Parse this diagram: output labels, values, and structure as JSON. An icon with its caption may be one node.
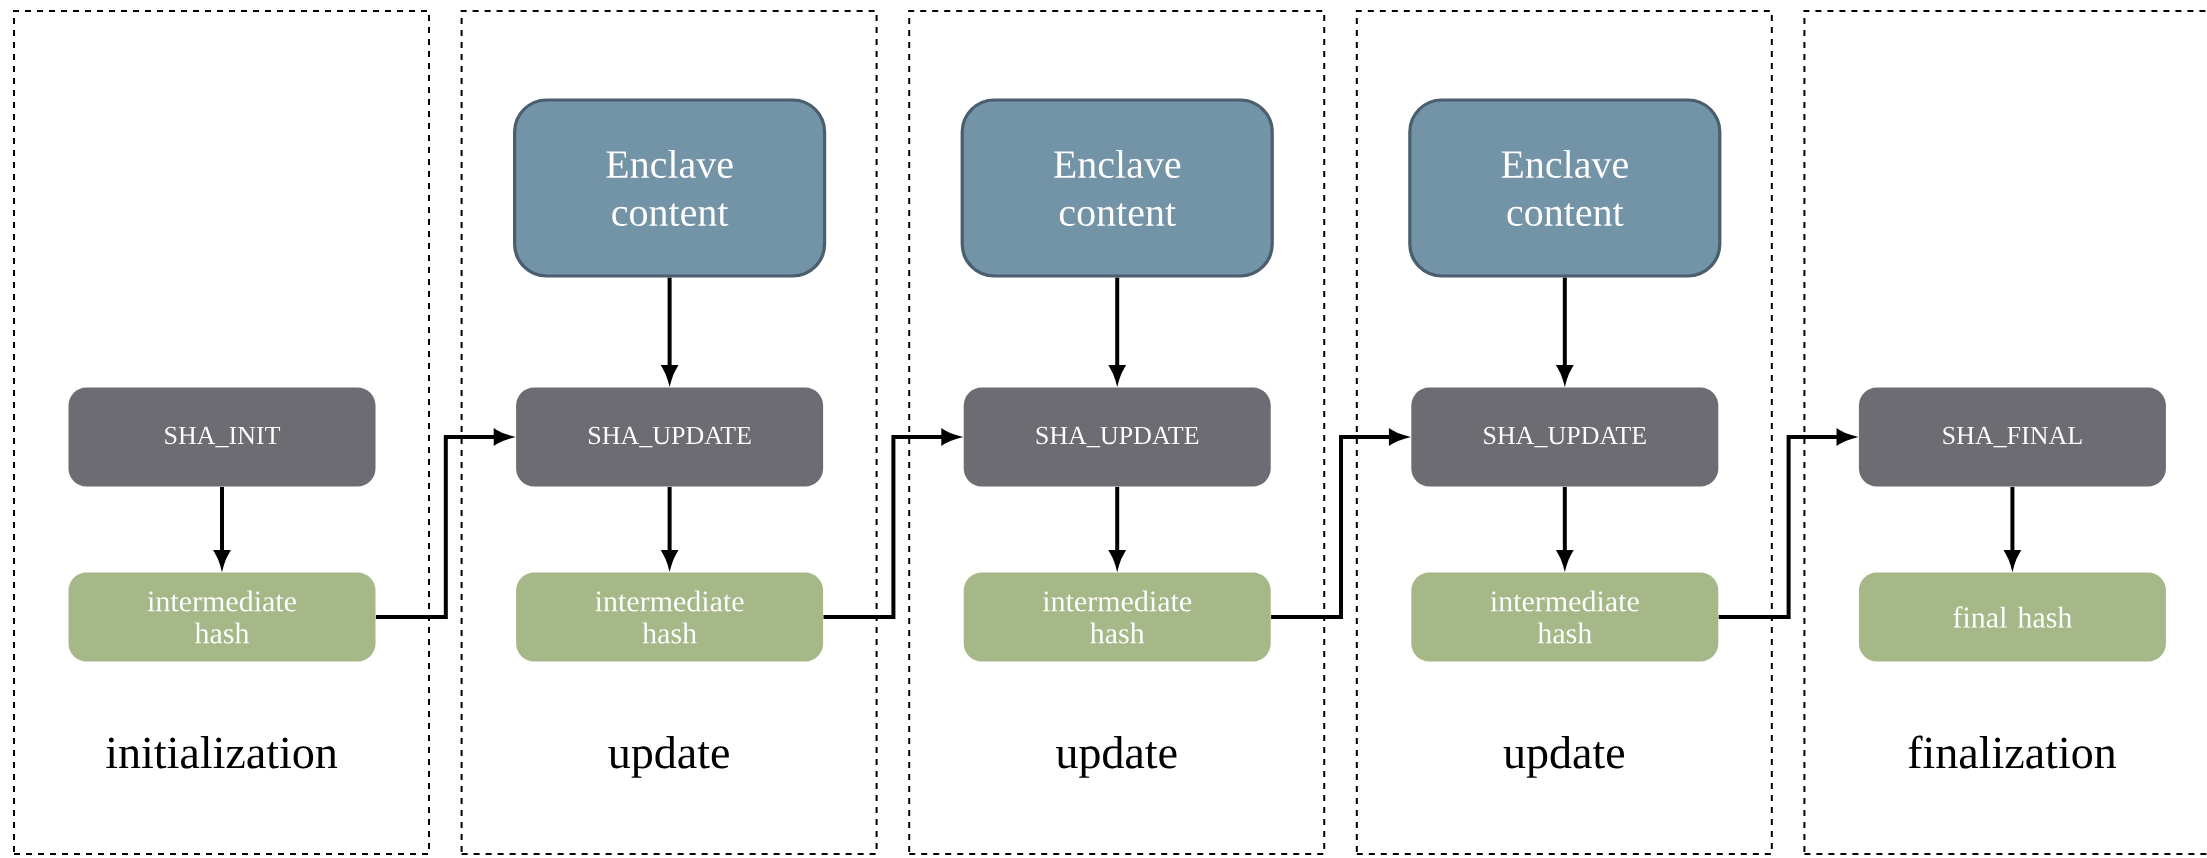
{
  "diagram": {
    "nodes": [
      {
        "text": [
          "initialization"
        ]
      },
      {
        "text": [
          "SHA_INIT"
        ],
        "in": 0
      },
      {
        "text": [
          "intermediate hash"
        ],
        "in": 0
      },
      {
        "text": [
          "update"
        ]
      },
      {
        "text": [
          "Enclave content"
        ],
        "in": 3
      },
      {
        "text": [
          "SHA_UPDATE"
        ],
        "in": 3
      },
      {
        "text": [
          "intermediate hash"
        ],
        "in": 3
      },
      {
        "text": [
          "update"
        ]
      },
      {
        "text": [
          "Enclave content"
        ],
        "in": 7
      },
      {
        "text": [
          "SHA_UPDATE"
        ],
        "in": 7
      },
      {
        "text": [
          "intermediate hash"
        ],
        "in": 7
      },
      {
        "text": [
          "update"
        ]
      },
      {
        "text": [
          "Enclave content"
        ],
        "in": 11
      },
      {
        "text": [
          "SHA_UPDATE"
        ],
        "in": 11
      },
      {
        "text": [
          "intermediate hash"
        ],
        "in": 11
      },
      {
        "text": [
          "finalization"
        ]
      },
      {
        "text": [
          "SHA_FINAL"
        ],
        "in": 15
      },
      {
        "text": [
          "final hash"
        ],
        "in": 15
      }
    ],
    "edges": [
      {
        "from": 1,
        "to": 2,
        "arrow": "to"
      },
      {
        "from": 2,
        "to": 5,
        "arrow": "to"
      },
      {
        "from": 4,
        "to": 5,
        "arrow": "to"
      },
      {
        "from": 5,
        "to": 6,
        "arrow": "to"
      },
      {
        "from": 6,
        "to": 9,
        "arrow": "to"
      },
      {
        "from": 8,
        "to": 9,
        "arrow": "to"
      },
      {
        "from": 9,
        "to": 10,
        "arrow": "to"
      },
      {
        "from": 10,
        "to": 13,
        "arrow": "to"
      },
      {
        "from": 12,
        "to": 13,
        "arrow": "to"
      },
      {
        "from": 13,
        "to": 14,
        "arrow": "to"
      },
      {
        "from": 14,
        "to": 16,
        "arrow": "to"
      },
      {
        "from": 16,
        "to": 17,
        "arrow": "to"
      }
    ]
  }
}
